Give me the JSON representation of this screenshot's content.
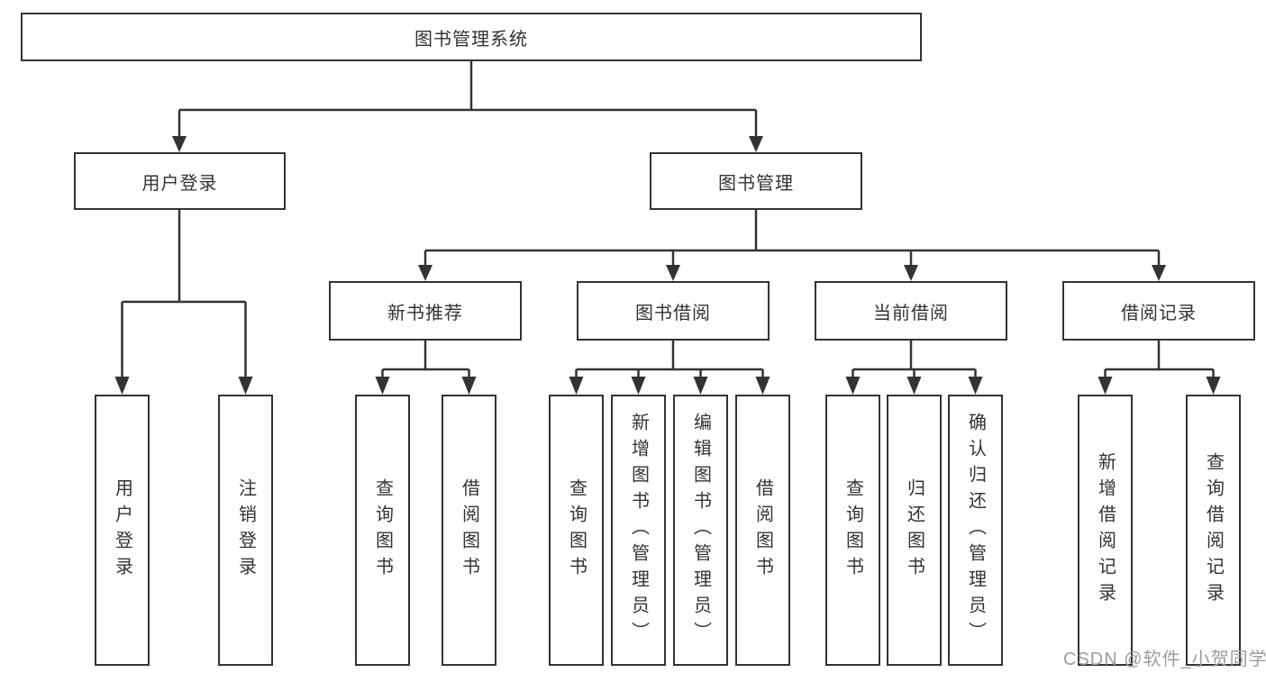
{
  "diagram": {
    "root": {
      "label": "图书管理系统"
    },
    "branches": [
      {
        "label": "用户登录",
        "children": [
          {
            "label": "用户登录"
          },
          {
            "label": "注销登录"
          }
        ]
      },
      {
        "label": "图书管理",
        "children": [
          {
            "label": "新书推荐",
            "children": [
              {
                "label": "查询图书"
              },
              {
                "label": "借阅图书"
              }
            ]
          },
          {
            "label": "图书借阅",
            "children": [
              {
                "label": "查询图书"
              },
              {
                "label": "新增图书（管理员）"
              },
              {
                "label": "编辑图书（管理员）"
              },
              {
                "label": "借阅图书"
              }
            ]
          },
          {
            "label": "当前借阅",
            "children": [
              {
                "label": "查询图书"
              },
              {
                "label": "归还图书"
              },
              {
                "label": "确认归还（管理员）"
              }
            ]
          },
          {
            "label": "借阅记录",
            "children": [
              {
                "label": "新增借阅记录"
              },
              {
                "label": "查询借阅记录"
              }
            ]
          }
        ]
      }
    ]
  },
  "watermark": {
    "text": "CSDN @软件_小贺同学"
  },
  "colors": {
    "line": "#333333",
    "box_border": "#333333",
    "text": "#333333",
    "background": "#ffffff",
    "watermark": "#9c9c9c"
  }
}
